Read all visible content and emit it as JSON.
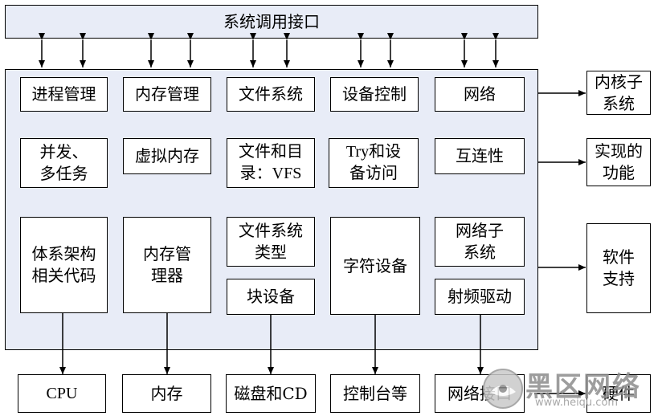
{
  "colors": {
    "panel_fill": "#e8ecf7",
    "box_fill": "#ffffff",
    "line": "#000000"
  },
  "syscall": "系统调用接口",
  "row1": [
    "进程管理",
    "内存管理",
    "文件系统",
    "设备控制",
    "网络"
  ],
  "row2": [
    "并发、\n多任务",
    "虚拟内存",
    "文件和目\n录：VFS",
    "Try和设\n备访问",
    "互连性"
  ],
  "row3": {
    "arch": "体系架构\n相关代码",
    "mm": "内存管\n理器",
    "fstype": "文件系统\n类型",
    "blockdev": "块设备",
    "chardev": "字符设备",
    "netsub": "网络子\n系统",
    "rfdriver": "射频驱动"
  },
  "right": [
    "内核子\n系统",
    "实现的\n功能",
    "软件\n支持"
  ],
  "bottom": [
    "CPU",
    "内存",
    "磁盘和CD",
    "控制台等",
    "网络接口",
    "硬件"
  ],
  "watermark": {
    "main": "黑区网络",
    "url": "www.heiqu.com"
  }
}
